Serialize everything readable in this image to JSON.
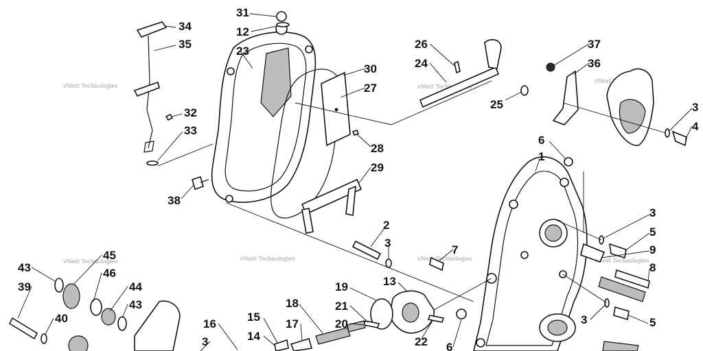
{
  "watermark": "vNext Technologies",
  "callouts": [
    "1",
    "2",
    "3",
    "4",
    "5",
    "6",
    "7",
    "8",
    "9",
    "12",
    "13",
    "14",
    "15",
    "16",
    "17",
    "18",
    "19",
    "20",
    "21",
    "22",
    "23",
    "24",
    "25",
    "26",
    "27",
    "28",
    "29",
    "30",
    "31",
    "32",
    "33",
    "34",
    "35",
    "36",
    "37",
    "38",
    "39",
    "40",
    "43",
    "44",
    "45",
    "46"
  ],
  "colors": {
    "ink": "#111111",
    "shade": "#bdbdbd",
    "watermark": "#9a9a9a",
    "background": "#ffffff"
  }
}
